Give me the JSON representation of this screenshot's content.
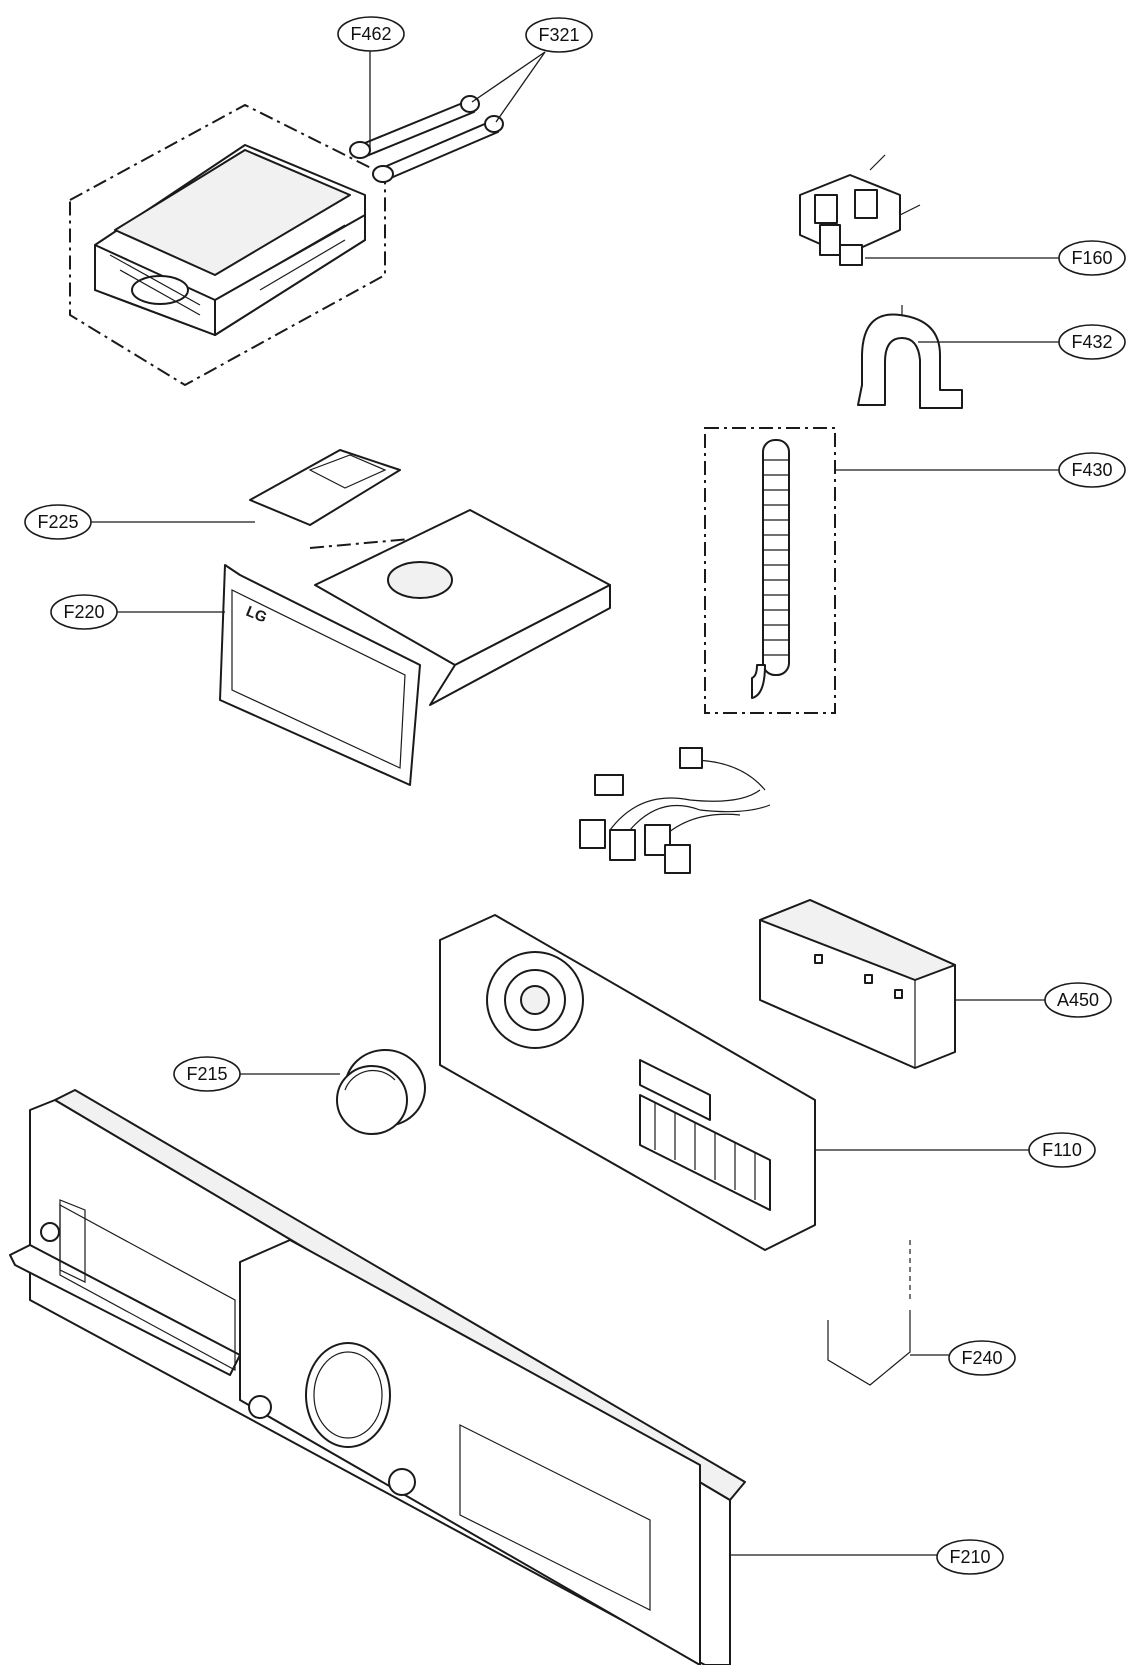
{
  "callouts": [
    {
      "id": "F462",
      "label": "F462"
    },
    {
      "id": "F321",
      "label": "F321"
    },
    {
      "id": "F160",
      "label": "F160"
    },
    {
      "id": "F432",
      "label": "F432"
    },
    {
      "id": "F430",
      "label": "F430"
    },
    {
      "id": "F225",
      "label": "F225"
    },
    {
      "id": "F220",
      "label": "F220"
    },
    {
      "id": "A450",
      "label": "A450"
    },
    {
      "id": "F215",
      "label": "F215"
    },
    {
      "id": "F110",
      "label": "F110"
    },
    {
      "id": "F240",
      "label": "F240"
    },
    {
      "id": "F210",
      "label": "F210"
    }
  ],
  "drawer_logo": "LG"
}
